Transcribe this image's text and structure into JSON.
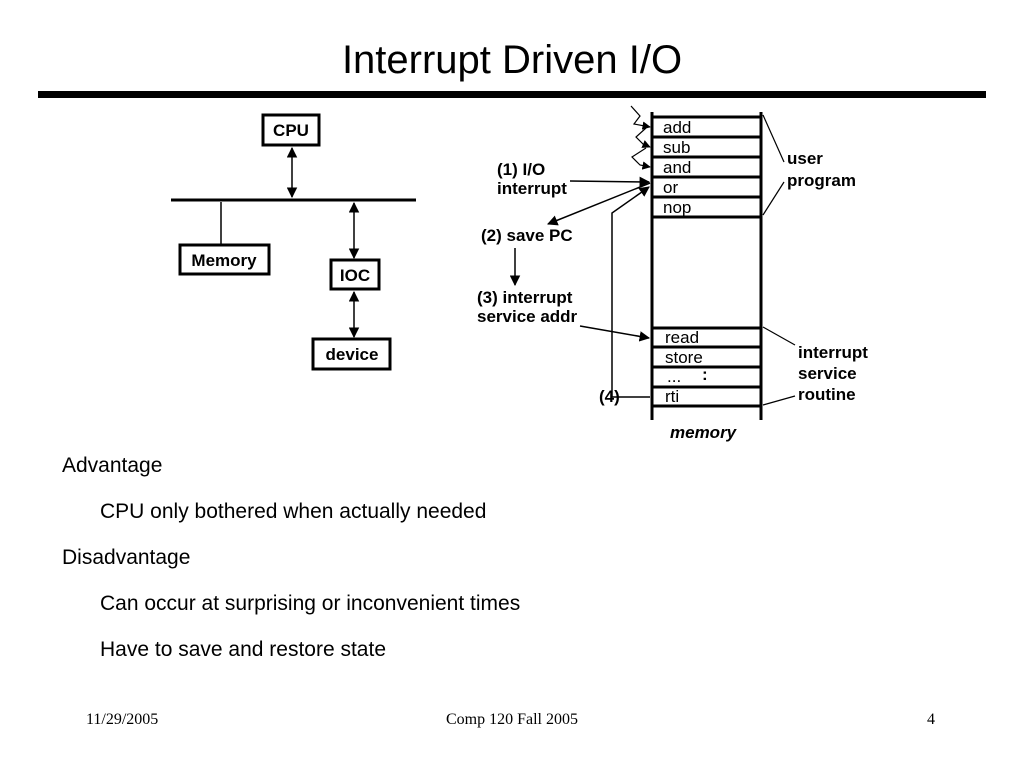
{
  "slide": {
    "title": "Interrupt Driven I/O",
    "bullets": [
      {
        "text": "Advantage",
        "level": 1
      },
      {
        "text": "CPU only bothered when actually needed",
        "level": 2
      },
      {
        "text": "Disadvantage",
        "level": 1
      },
      {
        "text": "Can occur at surprising or inconvenient times",
        "level": 2
      },
      {
        "text": "Have to save and restore state",
        "level": 2
      }
    ],
    "footer": {
      "date": "11/29/2005",
      "course": "Comp 120 Fall 2005",
      "page": "4"
    }
  },
  "diagram": {
    "system": {
      "cpu": "CPU",
      "memory": "Memory",
      "ioc": "IOC",
      "device": "device"
    },
    "memory_column": {
      "user_instructions": [
        "add",
        "sub",
        "and",
        "or",
        "nop"
      ],
      "isr_instructions": [
        "read",
        "store",
        "...",
        "rti"
      ],
      "continuation": ":",
      "caption": "memory",
      "user_label_line1": "user",
      "user_label_line2": "program",
      "isr_label_line1": "interrupt",
      "isr_label_line2": "service",
      "isr_label_line3": "routine"
    },
    "steps": {
      "step1_line1": "(1) I/O",
      "step1_line2": "interrupt",
      "step2": "(2) save PC",
      "step3_line1": "(3) interrupt",
      "step3_line2": "service addr",
      "step4": "(4)"
    }
  }
}
